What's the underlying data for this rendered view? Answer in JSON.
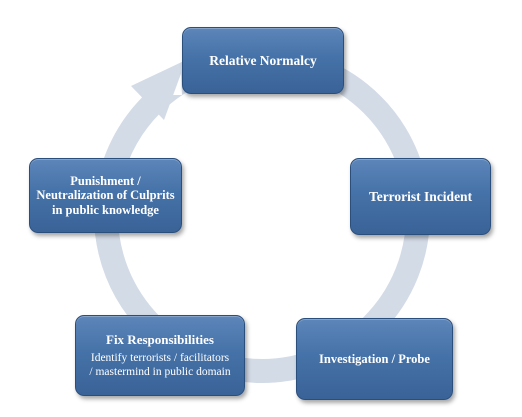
{
  "diagram": {
    "type": "cycle",
    "ring_color": "#d3dbe7",
    "box_color": "#4a76ab",
    "nodes": [
      {
        "id": "normalcy",
        "title": "Relative Normalcy"
      },
      {
        "id": "incident",
        "title": "Terrorist Incident"
      },
      {
        "id": "investigation",
        "title": "Investigation / Probe"
      },
      {
        "id": "fix",
        "title": "Fix Responsibilities",
        "subtitle_line1": "Identify terrorists  / facilitators",
        "subtitle_line2": "/ mastermind  in public domain"
      },
      {
        "id": "punishment",
        "line1": "Punishment  /",
        "line2": "Neutralization of Culprits",
        "line3": "in public knowledge"
      }
    ]
  }
}
